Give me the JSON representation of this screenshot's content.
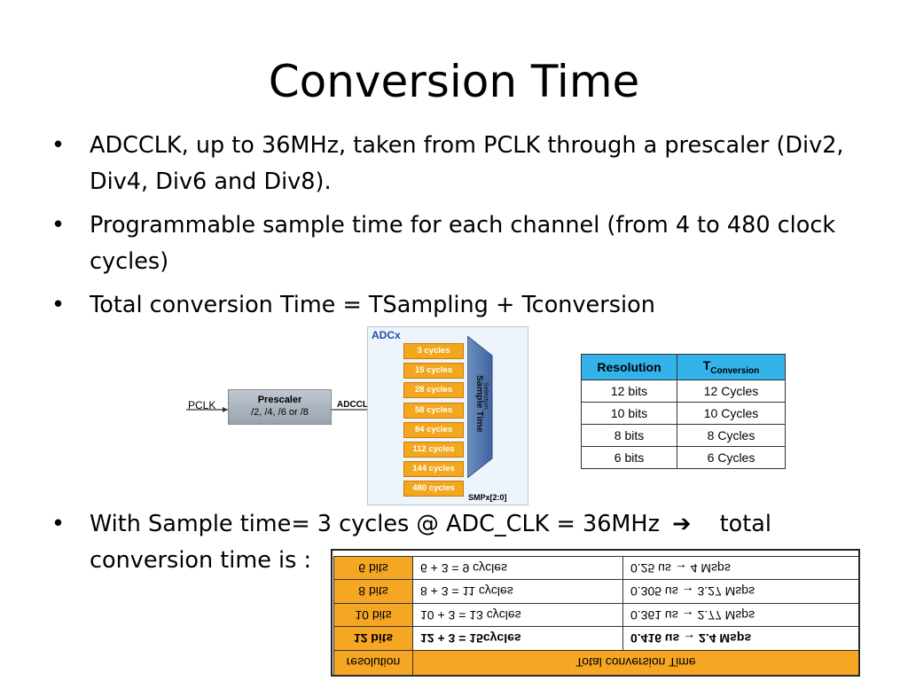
{
  "title": "Conversion Time",
  "bullets": [
    "ADCCLK, up to 36MHz, taken from PCLK through a prescaler (Div2, Div4, Div6 and Div8).",
    "Programmable sample time for each channel (from 4 to 480 clock cycles)",
    "Total conversion Time = TSampling + Tconversion"
  ],
  "bullet4": {
    "prefix": "With Sample time= 3 cycles @ ADC_CLK = 36MHz",
    "arrow": "➔",
    "suffix": "total conversion time is :"
  },
  "diagram": {
    "adc_label": "ADCx",
    "cycles": [
      "3 cycles",
      "15 cycles",
      "28 cycles",
      "58 cycles",
      "84 cycles",
      "112 cycles",
      "144 cycles",
      "480 cycles"
    ],
    "mux_title": "Sample Time",
    "mux_subtitle": "Selection",
    "prescaler_title": "Prescaler",
    "prescaler_values": "/2, /4, /6 or /8",
    "pclk": "PCLK",
    "adcclk": "ADCCLK",
    "smpx": "SMPx[2:0]"
  },
  "resolution_table": {
    "headers": [
      "Resolution",
      "T",
      "Conversion"
    ],
    "rows": [
      [
        "12 bits",
        "12 Cycles"
      ],
      [
        "10 bits",
        "10 Cycles"
      ],
      [
        "8 bits",
        "8 Cycles"
      ],
      [
        "6 bits",
        "6 Cycles"
      ]
    ]
  },
  "conversion_table": {
    "headers": [
      "resolution",
      "Total conversion Time"
    ],
    "rows": [
      [
        "12 bits",
        "12 + 3 = 15cycles",
        "0.416 us → 2.4 Msps"
      ],
      [
        "10 bits",
        "10 + 3 = 13 cycles",
        "0.361 us → 2.77 Msps"
      ],
      [
        "8 bits",
        "8 + 3 = 11 cycles",
        "0.305 us → 3.27 Msps"
      ],
      [
        "6 bits",
        "6 + 3 = 9 cycles",
        "0.25 us → 4 Msps"
      ]
    ]
  }
}
